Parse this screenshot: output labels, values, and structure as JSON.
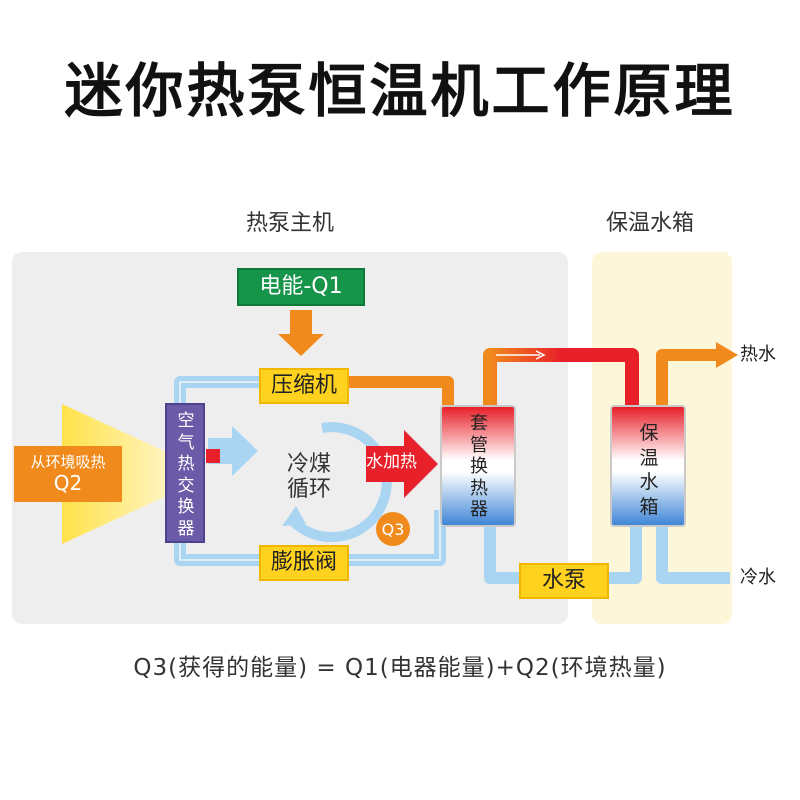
{
  "title": "迷你热泵恒温机工作原理",
  "sections": {
    "host": "热泵主机",
    "tank": "保温水箱"
  },
  "components": {
    "electric_energy": "电能-Q1",
    "compressor": "压缩机",
    "expansion_valve": "膨胀阀",
    "air_exchanger": [
      "空",
      "气",
      "热",
      "交",
      "换",
      "器"
    ],
    "refrigerant_cycle": [
      "冷煤",
      "循环"
    ],
    "water_heating": "水加热",
    "q3_badge": "Q3",
    "tube_exchanger": [
      "套",
      "管",
      "换",
      "热",
      "器"
    ],
    "tank_box": [
      "保",
      "温",
      "水",
      "箱"
    ],
    "water_pump": "水泵"
  },
  "ambient": {
    "label": "从环境吸热",
    "q": "Q2"
  },
  "outputs": {
    "hot_water": "热水",
    "cold_water": "冷水"
  },
  "equation": "Q3(获得的能量) = Q1(电器能量)+Q2(环境热量)",
  "colors": {
    "hot_pipe": "#f08a1c",
    "cold_pipe": "#a9d4f2",
    "red_pipe": "#e8202a",
    "label_yellow": "#ffd21f",
    "energy_green": "#16954a",
    "exchanger_purple": "#6a5aa8"
  }
}
